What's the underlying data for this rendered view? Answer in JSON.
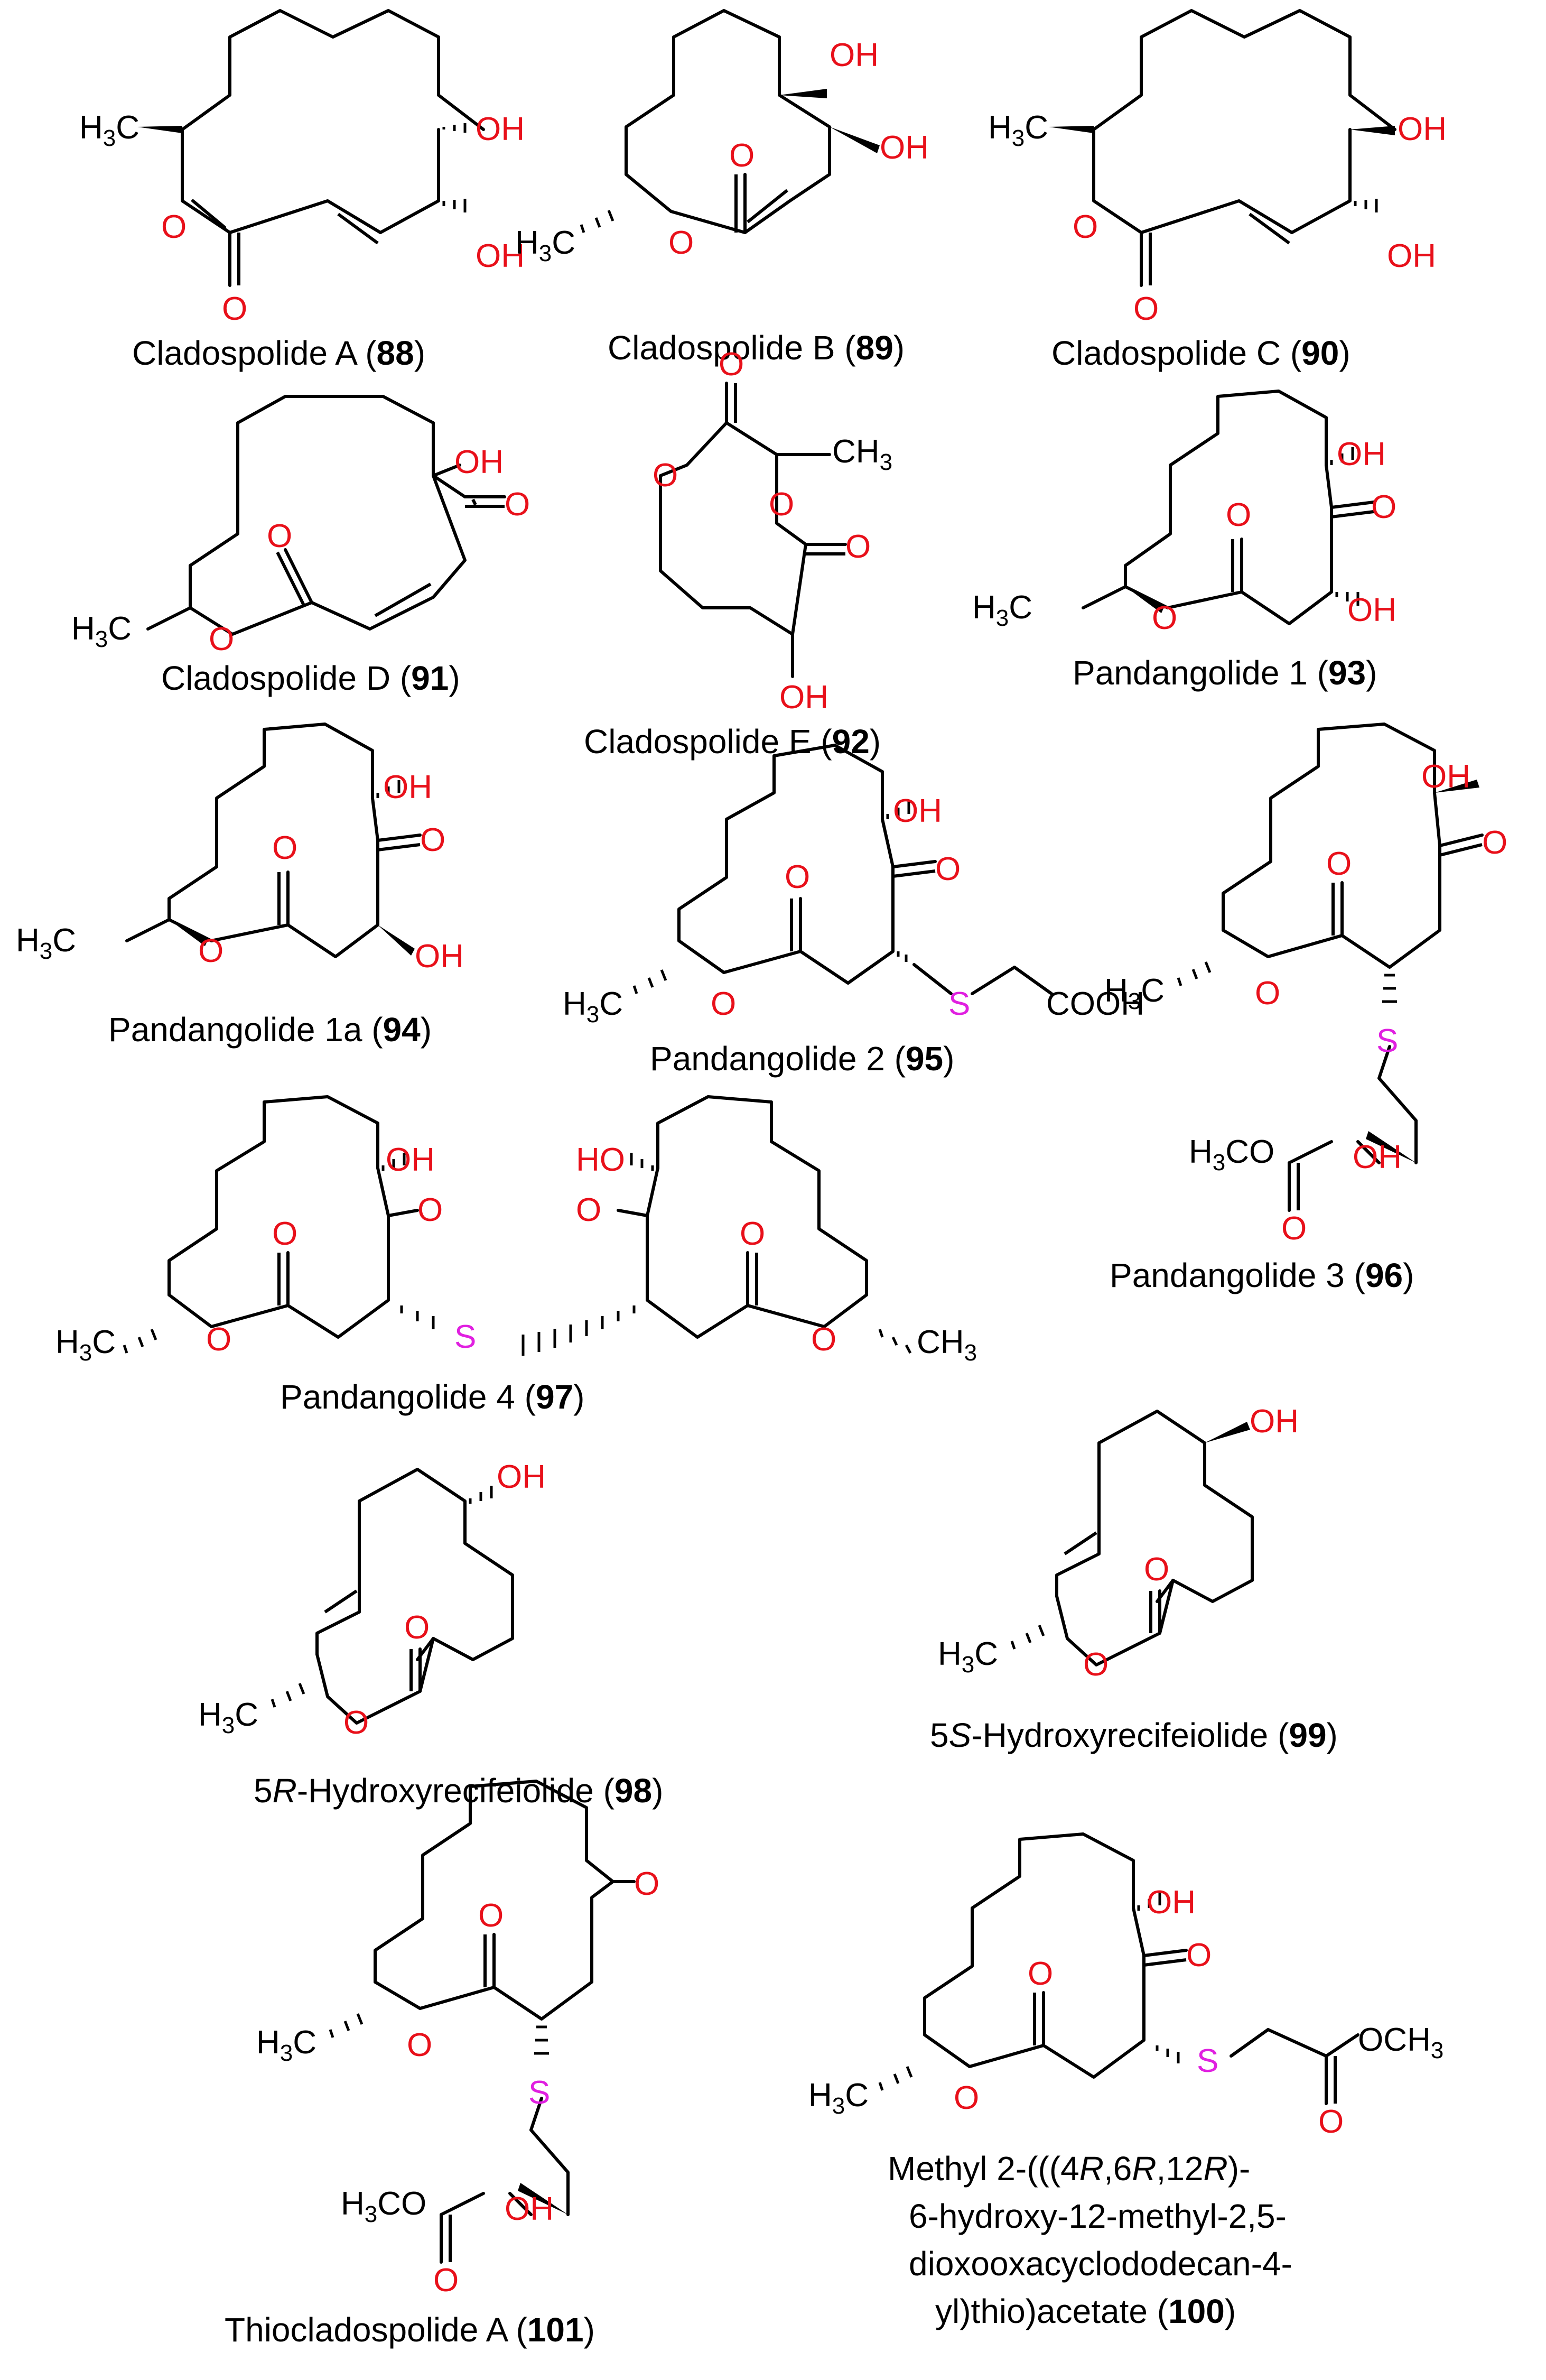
{
  "colors": {
    "oxygen": "#e8101a",
    "sulfur": "#e020e0",
    "carbon": "#000000"
  },
  "atoms": {
    "O": "O",
    "OH": "OH",
    "HO": "HO",
    "S": "S",
    "H3C": "H3C",
    "CH3": "CH3",
    "COOH": "COOH",
    "H3CO": "H3CO",
    "OCH3": "OCH3"
  },
  "compounds": [
    {
      "id": "88",
      "name": "Cladospolide A (",
      "num": "88",
      "tail": ")"
    },
    {
      "id": "89",
      "name": "Cladospolide B (",
      "num": "89",
      "tail": ")"
    },
    {
      "id": "90",
      "name": "Cladospolide C (",
      "num": "90",
      "tail": ")"
    },
    {
      "id": "91",
      "name": "Cladospolide D (",
      "num": "91",
      "tail": ")"
    },
    {
      "id": "92",
      "name": "Cladospolide E (",
      "num": "92",
      "tail": ")"
    },
    {
      "id": "93",
      "name": "Pandangolide 1 (",
      "num": "93",
      "tail": ")"
    },
    {
      "id": "94",
      "name": "Pandangolide 1a (",
      "num": "94",
      "tail": ")"
    },
    {
      "id": "95",
      "name": "Pandangolide 2 (",
      "num": "95",
      "tail": ")"
    },
    {
      "id": "96",
      "name": "Pandangolide 3 (",
      "num": "96",
      "tail": ")"
    },
    {
      "id": "97",
      "name": "Pandangolide 4 (",
      "num": "97",
      "tail": ")"
    },
    {
      "id": "98",
      "prefix": "5",
      "stereo": "R",
      "name": "-Hydroxyrecifeiolide (",
      "num": "98",
      "tail": ")"
    },
    {
      "id": "99",
      "prefix": "5",
      "stereo": "S",
      "name": "-Hydroxyrecifeiolide (",
      "num": "99",
      "tail": ")"
    },
    {
      "id": "101",
      "name": "Thiocladospolide A (",
      "num": "101",
      "tail": ")"
    },
    {
      "id": "100",
      "line1": {
        "a": "Methyl 2-(((4",
        "r1": "R",
        "b": ",6",
        "r2": "R",
        "c": ",12",
        "r3": "R",
        "d": ")-"
      },
      "line2": "6-hydroxy-12-methyl-2,5-",
      "line3": "dioxooxacyclododecan-4-",
      "line4": {
        "a": "yl)thio)acetate (",
        "num": "100",
        "tail": ")"
      }
    }
  ]
}
